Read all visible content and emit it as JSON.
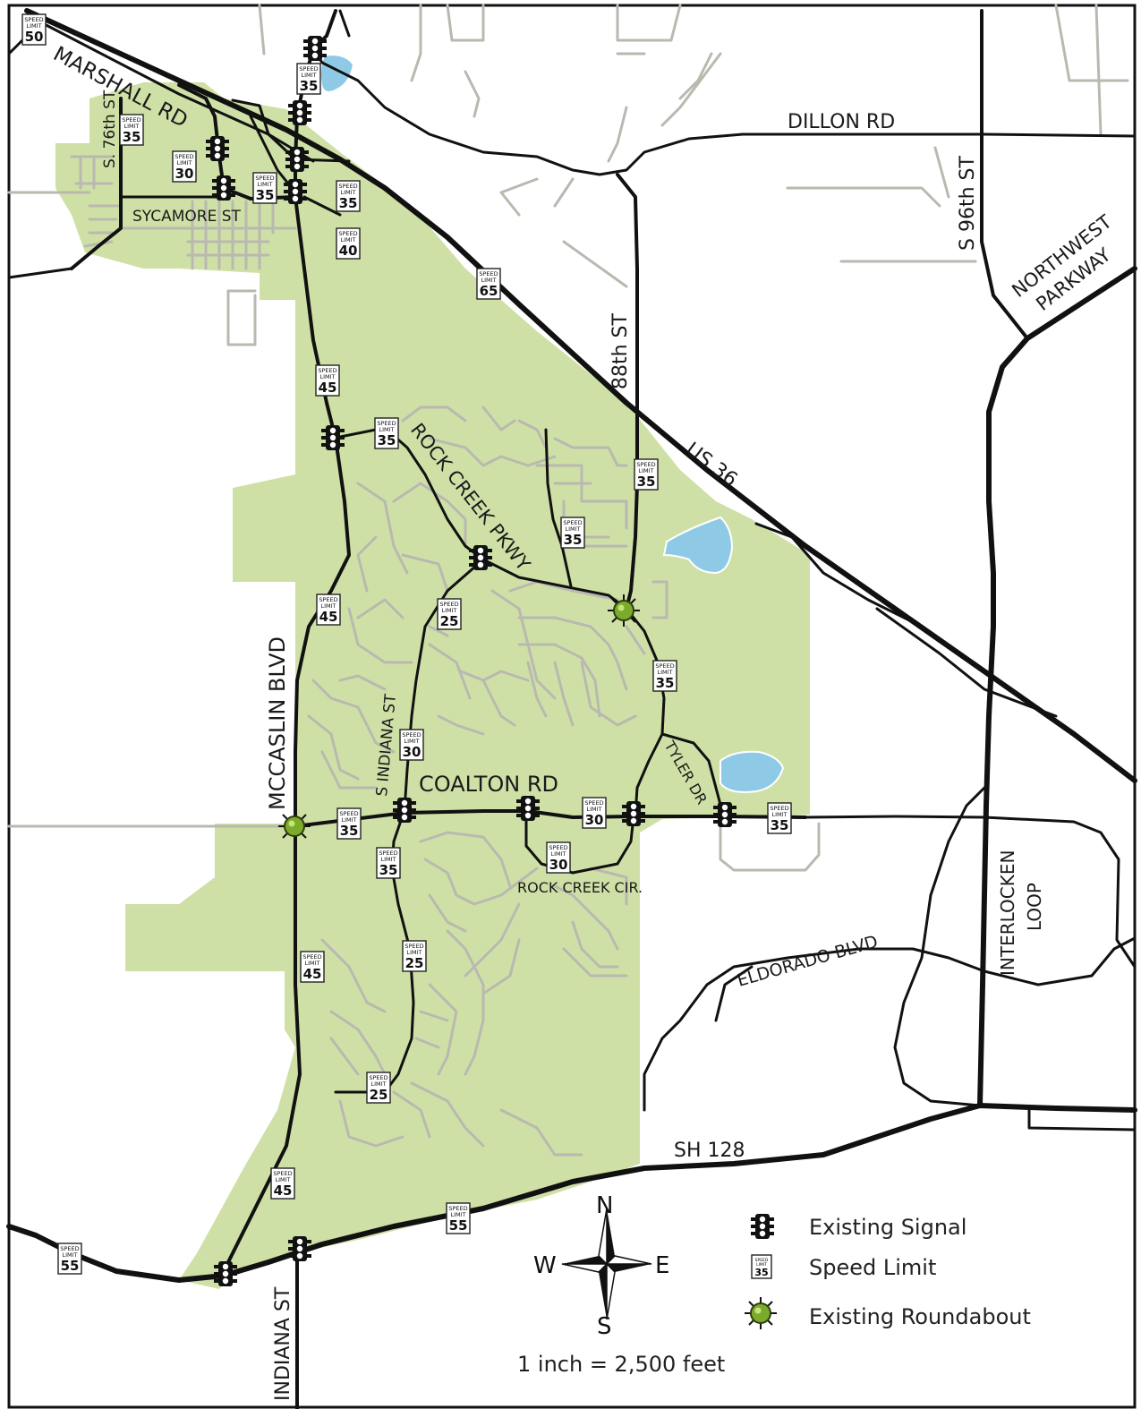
{
  "colors": {
    "park": "#cfe0a6",
    "water": "#8ecae6",
    "major_road": "#111111",
    "minor_road": "#b9b9b0",
    "roundabout": "#7cab2b"
  },
  "roads": {
    "marshall": "MARSHALL RD",
    "s76": "S. 76th ST",
    "sycamore": "SYCAMORE ST",
    "dillon": "DILLON RD",
    "s96": "S 96th ST",
    "northwest1": "NORTHWEST",
    "northwest2": "PARKWAY",
    "st88": "88th ST",
    "us36": "US 36",
    "rockcreek": "ROCK CREEK PKWY",
    "mccaslin": "MCCASLIN BLVD",
    "sindiana": "S INDIANA ST",
    "coalton": "COALTON RD",
    "tyler": "TYLER DR",
    "rockcreekcir": "ROCK CREEK CIR.",
    "interlocken1": "INTERLOCKEN",
    "interlocken2": "LOOP",
    "eldorado": "ELDORADO BLVD",
    "sh128": "SH 128",
    "indiana": "INDIANA ST"
  },
  "sign_text": {
    "line1": "SPEED",
    "line2": "LIMIT"
  },
  "speed_signs": [
    "50",
    "35",
    "35",
    "30",
    "35",
    "35",
    "40",
    "65",
    "45",
    "35",
    "35",
    "35",
    "25",
    "45",
    "35",
    "30",
    "35",
    "30",
    "35",
    "30",
    "35",
    "25",
    "45",
    "25",
    "45",
    "55",
    "55"
  ],
  "legend": {
    "signal": "Existing Signal",
    "speed": "Speed Limit",
    "speed_sample": "35",
    "roundabout": "Existing Roundabout"
  },
  "compass": {
    "n": "N",
    "s": "S",
    "e": "E",
    "w": "W"
  },
  "scale": "1 inch = 2,500 feet"
}
